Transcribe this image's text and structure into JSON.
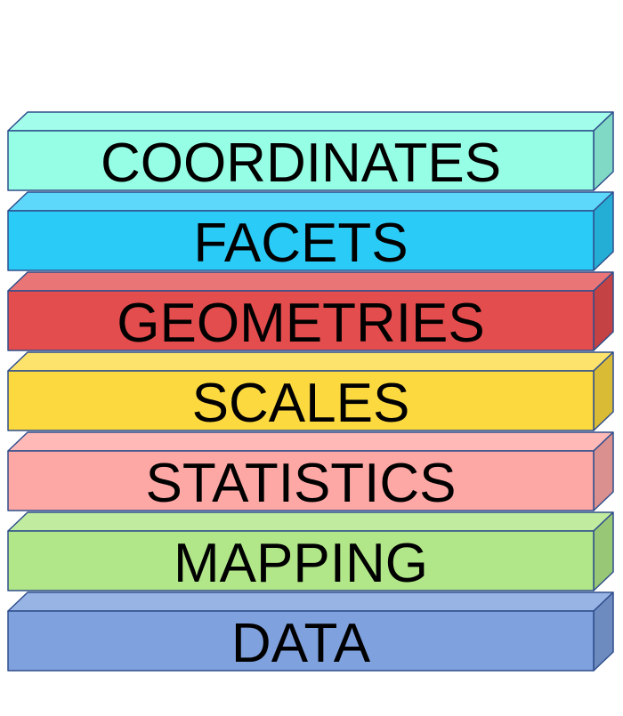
{
  "layers": [
    {
      "label": "COORDINATES",
      "front": "#96FEE5",
      "top": "#A3FDEB",
      "side": "#7FD9C4"
    },
    {
      "label": "FACETS",
      "front": "#2BCBF8",
      "top": "#5ED8FA",
      "side": "#25AED5"
    },
    {
      "label": "GEOMETRIES",
      "front": "#E44D4E",
      "top": "#EA7576",
      "side": "#C44243"
    },
    {
      "label": "SCALES",
      "front": "#FCD93F",
      "top": "#FDE26B",
      "side": "#D9BB36"
    },
    {
      "label": "STATISTICS",
      "front": "#FEA8A6",
      "top": "#FFBAB8",
      "side": "#DA908F"
    },
    {
      "label": "MAPPING",
      "front": "#B1E788",
      "top": "#C1EC9F",
      "side": "#98C775"
    },
    {
      "label": "DATA",
      "front": "#7FA1DE",
      "top": "#98B4E4",
      "side": "#6D8BBF"
    }
  ],
  "stroke_color": "#2F4E8C"
}
